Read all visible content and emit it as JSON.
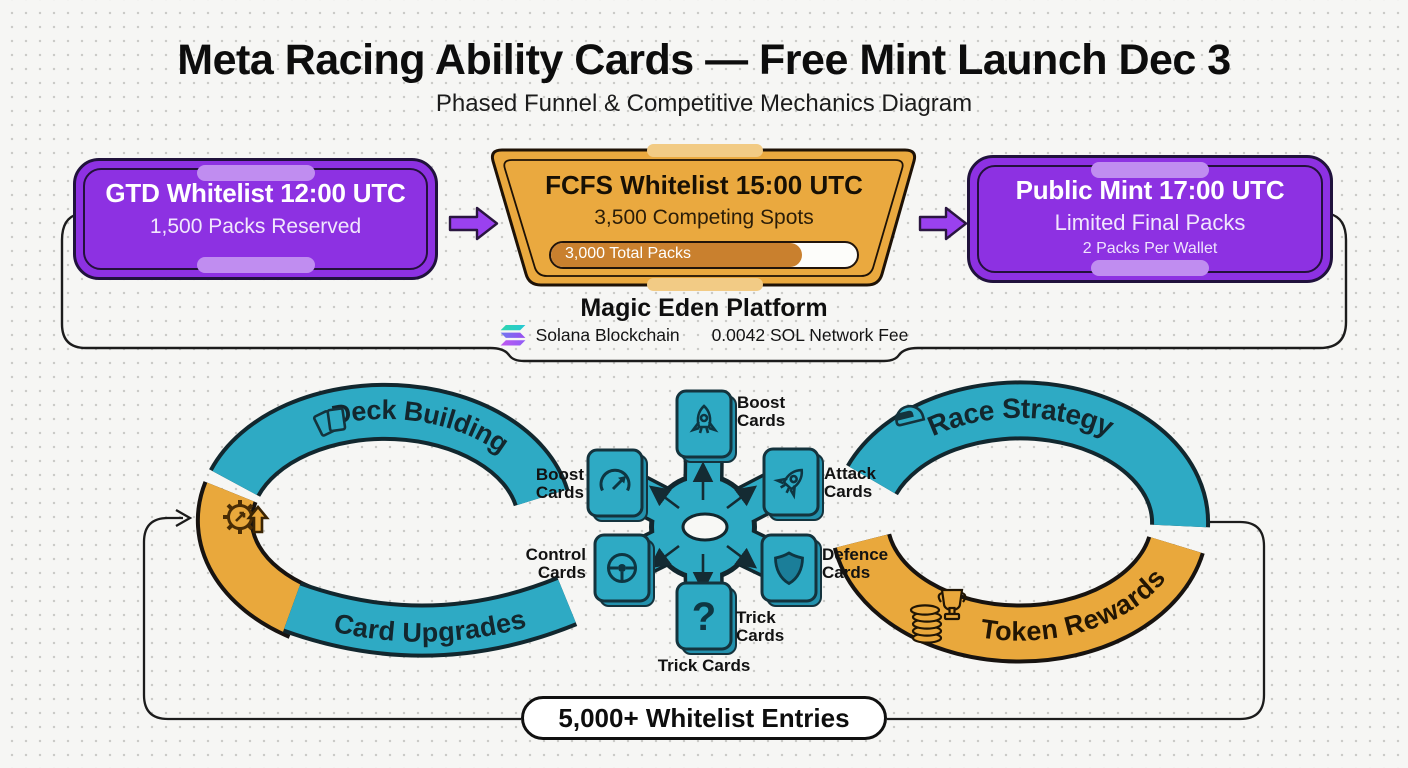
{
  "header": {
    "title": "Meta Racing Ability Cards — Free Mint Launch Dec 3",
    "subtitle": "Phased Funnel & Competitive Mechanics Diagram"
  },
  "phases": [
    {
      "name": "gtd-whitelist",
      "title": "GTD Whitelist 12:00 UTC",
      "subtitle": "1,500 Packs Reserved"
    },
    {
      "name": "fcfs-whitelist",
      "title": "FCFS Whitelist 15:00 UTC",
      "subtitle": "3,500 Competing Spots",
      "progress_label": "3,000 Total Packs",
      "progress_percent": 82
    },
    {
      "name": "public-mint",
      "title": "Public Mint 17:00 UTC",
      "subtitle": "Limited Final Packs",
      "note": "2 Packs Per Wallet"
    }
  ],
  "platform": {
    "title": "Magic Eden Platform",
    "blockchain": "Solana Blockchain",
    "network_fee": "0.0042 SOL Network Fee"
  },
  "cycle": {
    "deck_building": "Deck Building",
    "race_strategy": "Race Strategy",
    "card_upgrades": "Card Upgrades",
    "token_rewards": "Token Rewards"
  },
  "ability_cards": [
    {
      "icon": "rocket-icon",
      "label": "Boost Cards",
      "position": "top"
    },
    {
      "icon": "gauge-icon",
      "label": "Boost Cards",
      "position": "upper-left"
    },
    {
      "icon": "rocket-icon",
      "label": "Attack Cards",
      "position": "upper-right"
    },
    {
      "icon": "steering-wheel-icon",
      "label": "Control Cards",
      "position": "lower-left"
    },
    {
      "icon": "shield-icon",
      "label": "Defence Cards",
      "position": "lower-right"
    },
    {
      "icon": "question-mark-icon",
      "label": "Trick Cards",
      "position": "bottom"
    }
  ],
  "hub_caption": "Trick Cards",
  "footer": {
    "pill_label": "5,000+ Whitelist Entries"
  },
  "icons": {
    "question_glyph": "?"
  },
  "colors": {
    "purple": "#8d31e2",
    "orange": "#eaa93f",
    "teal": "#2eaac4",
    "progress_fill": "#c9802e",
    "arrow_purple": "#9a41ef",
    "outline": "#1c1c1c"
  }
}
